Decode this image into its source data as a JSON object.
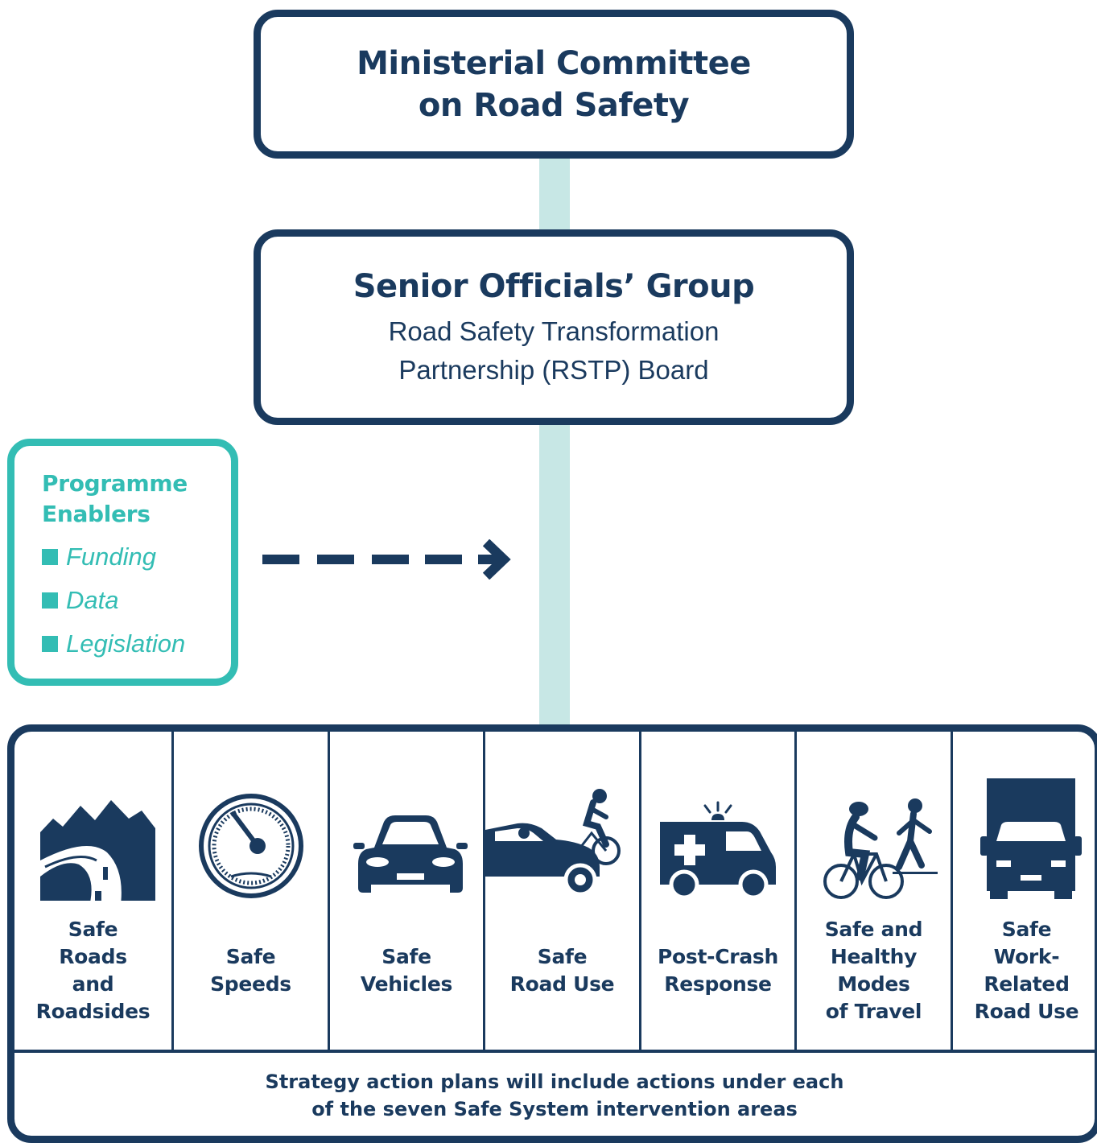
{
  "top_box": {
    "title": "Ministerial Committee\non Road Safety"
  },
  "middle_box": {
    "title": "Senior Officials’ Group",
    "subtitle": "Road Safety Transformation\nPartnership (RSTP) Board"
  },
  "enablers": {
    "title": "Programme\nEnablers",
    "items": [
      "Funding",
      "Data",
      "Legislation"
    ]
  },
  "intervention_areas": [
    {
      "label": "Safe\nRoads\nand\nRoadsides",
      "icon": "road-mountains-icon"
    },
    {
      "label": "Safe\nSpeeds",
      "icon": "speedometer-icon"
    },
    {
      "label": "Safe\nVehicles",
      "icon": "car-icon"
    },
    {
      "label": "Safe\nRoad Use",
      "icon": "car-cyclist-icon"
    },
    {
      "label": "Post-Crash\nResponse",
      "icon": "ambulance-icon"
    },
    {
      "label": "Safe and\nHealthy\nModes\nof Travel",
      "icon": "cyclist-pedestrian-icon"
    },
    {
      "label": "Safe\nWork-\nRelated\nRoad Use",
      "icon": "truck-icon"
    }
  ],
  "footer_note": "Strategy action plans will include actions under each\nof the seven Safe System intervention areas",
  "colors": {
    "navy": "#1a3a5e",
    "teal": "#33bdb4",
    "light_teal": "#c7e7e5"
  }
}
